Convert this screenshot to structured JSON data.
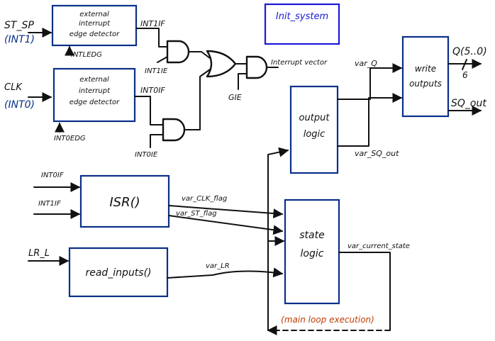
{
  "title_box": "Init_system",
  "inputs": {
    "st_sp": "ST_SP",
    "int1": "(INT1)",
    "clk": "CLK",
    "int0": "(INT0)",
    "lr_l": "LR_L",
    "int0f_isr": "INT0IF",
    "int1f_isr": "INT1IF"
  },
  "blocks": {
    "edge1": [
      "external",
      "interrupt",
      "edge detector"
    ],
    "edge0": [
      "external",
      "interrupt",
      "edge detector"
    ],
    "isr": "ISR()",
    "read_inputs": "read_inputs()",
    "output_logic": [
      "output",
      "logic"
    ],
    "state_logic": [
      "state",
      "logic"
    ],
    "write_outputs": [
      "write",
      "outputs"
    ]
  },
  "signals": {
    "intledg": "INTLEDG",
    "int0edg": "INT0EDG",
    "int1if": "INT1IF",
    "int1ie": "INT1IE",
    "int0if": "INT0IF",
    "int0ie": "INT0IE",
    "gie": "GIE",
    "interrupt_vector": "Interrupt vector",
    "var_q": "var_Q",
    "var_sq_out": "var_SQ_out",
    "var_clk_flag": "var_CLK_flag",
    "var_st_flag": "var_ST_flag",
    "var_lr": "var_LR",
    "var_current_state": "var_current_state"
  },
  "outputs": {
    "q": "Q(5..0)",
    "bus_width": "6",
    "sq_out": "SQ_out"
  },
  "annotation": "(main loop execution)"
}
